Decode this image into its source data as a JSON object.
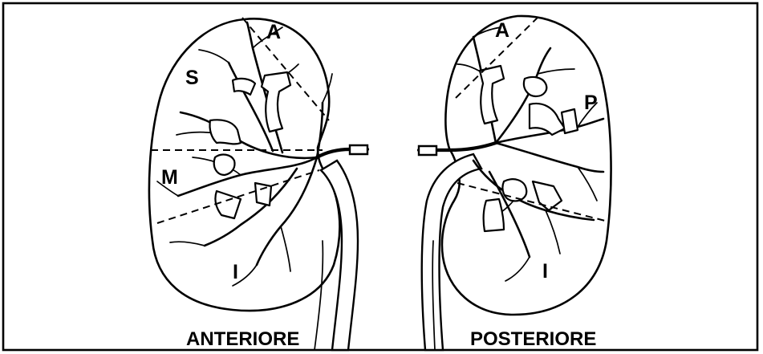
{
  "diagram": {
    "anterior": {
      "caption": "ANTERIORE",
      "segments": {
        "apical": "A",
        "superior": "S",
        "middle": "M",
        "inferior": "I"
      }
    },
    "posterior": {
      "caption": "POSTERIORE",
      "segments": {
        "apical": "A",
        "posterior": "P",
        "inferior": "I"
      }
    }
  }
}
